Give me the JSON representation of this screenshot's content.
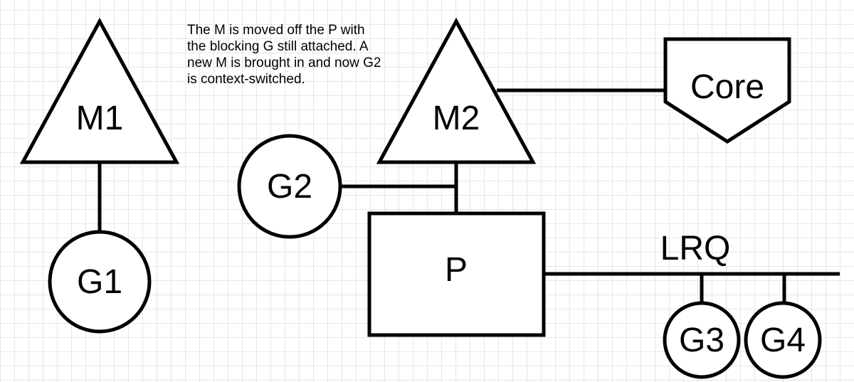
{
  "diagram": {
    "note": "The M is moved off the P with the blocking G still attached. A new M is brought in and now G2 is context-switched.",
    "labels": {
      "m1": "M1",
      "g1": "G1",
      "g2": "G2",
      "m2": "M2",
      "core": "Core",
      "p": "P",
      "lrq": "LRQ",
      "g3": "G3",
      "g4": "G4"
    },
    "colors": {
      "stroke": "#000000",
      "fill": "#ffffff",
      "grid": "#e6e6e6"
    }
  }
}
